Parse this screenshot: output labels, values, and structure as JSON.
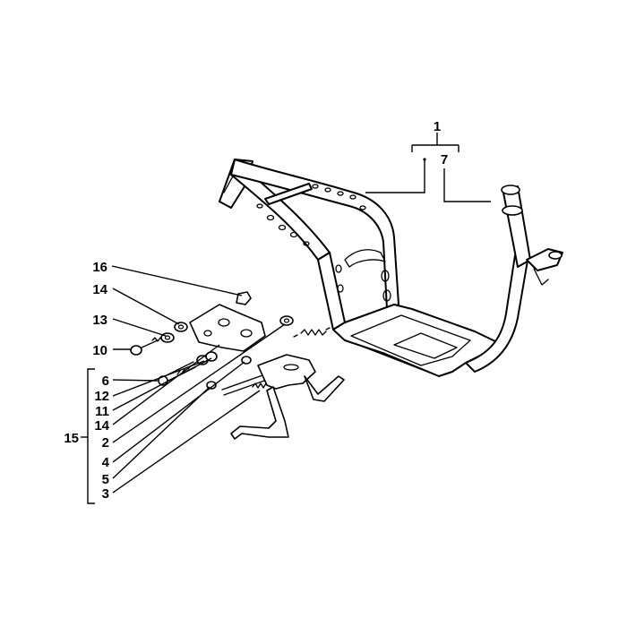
{
  "callouts": {
    "c1": "1",
    "c7": "7",
    "c16": "16",
    "c14a": "14",
    "c13": "13",
    "c10": "10",
    "c6": "6",
    "c12": "12",
    "c11": "11",
    "c14b": "14",
    "c2": "2",
    "c4": "4",
    "c5": "5",
    "c3": "3",
    "c15": "15"
  }
}
